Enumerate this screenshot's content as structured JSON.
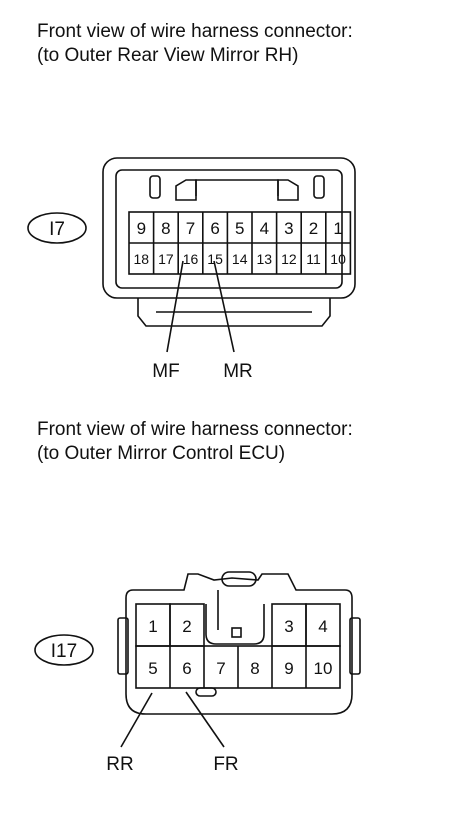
{
  "connectors": [
    {
      "title_line1": "Front view of wire harness connector:",
      "title_line2": "(to Outer Rear View Mirror RH)",
      "id": "I7",
      "pins_top": [
        "9",
        "8",
        "7",
        "6",
        "5",
        "4",
        "3",
        "2",
        "1"
      ],
      "pins_bottom": [
        "18",
        "17",
        "16",
        "15",
        "14",
        "13",
        "12",
        "11",
        "10"
      ],
      "terminals": [
        {
          "label": "MF",
          "pin": "16"
        },
        {
          "label": "MR",
          "pin": "15"
        }
      ]
    },
    {
      "title_line1": "Front view of wire harness connector:",
      "title_line2": "(to Outer Mirror Control ECU)",
      "id": "I17",
      "pins_top": [
        "1",
        "2",
        "",
        "",
        "3",
        "4"
      ],
      "pins_bottom": [
        "5",
        "6",
        "7",
        "8",
        "9",
        "10"
      ],
      "terminals": [
        {
          "label": "RR",
          "pin": "5"
        },
        {
          "label": "FR",
          "pin": "6"
        }
      ]
    }
  ]
}
